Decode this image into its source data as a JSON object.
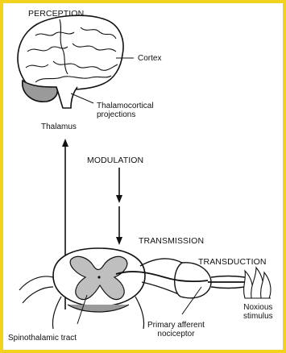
{
  "labels": {
    "perception": "PERCEPTION",
    "cortex": "Cortex",
    "thalamocortical_projections": "Thalamocortical\nprojections",
    "thalamus": "Thalamus",
    "modulation": "MODULATION",
    "transmission": "TRANSMISSION",
    "transduction": "TRANSDUCTION",
    "noxious_stimulus": "Noxious\nstimulus",
    "spinothalamic_tract": "Spinothalamic tract",
    "primary_afferent_nociceptor": "Primary afferent\nnociceptor"
  },
  "colors": {
    "border": "#f2d21c",
    "ink": "#111111",
    "gray_matter": "#bfbfbf",
    "cerebellum": "#9a9a9a"
  }
}
